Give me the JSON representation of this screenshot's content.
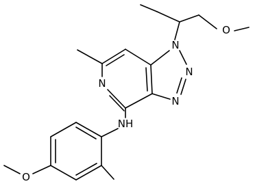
{
  "structure": {
    "atom_labels": {
      "n1": "N",
      "n2": "N",
      "n3": "N",
      "n_pyridine": "N",
      "nh": "NH",
      "o_ether": "O",
      "o_methoxy": "O"
    }
  }
}
